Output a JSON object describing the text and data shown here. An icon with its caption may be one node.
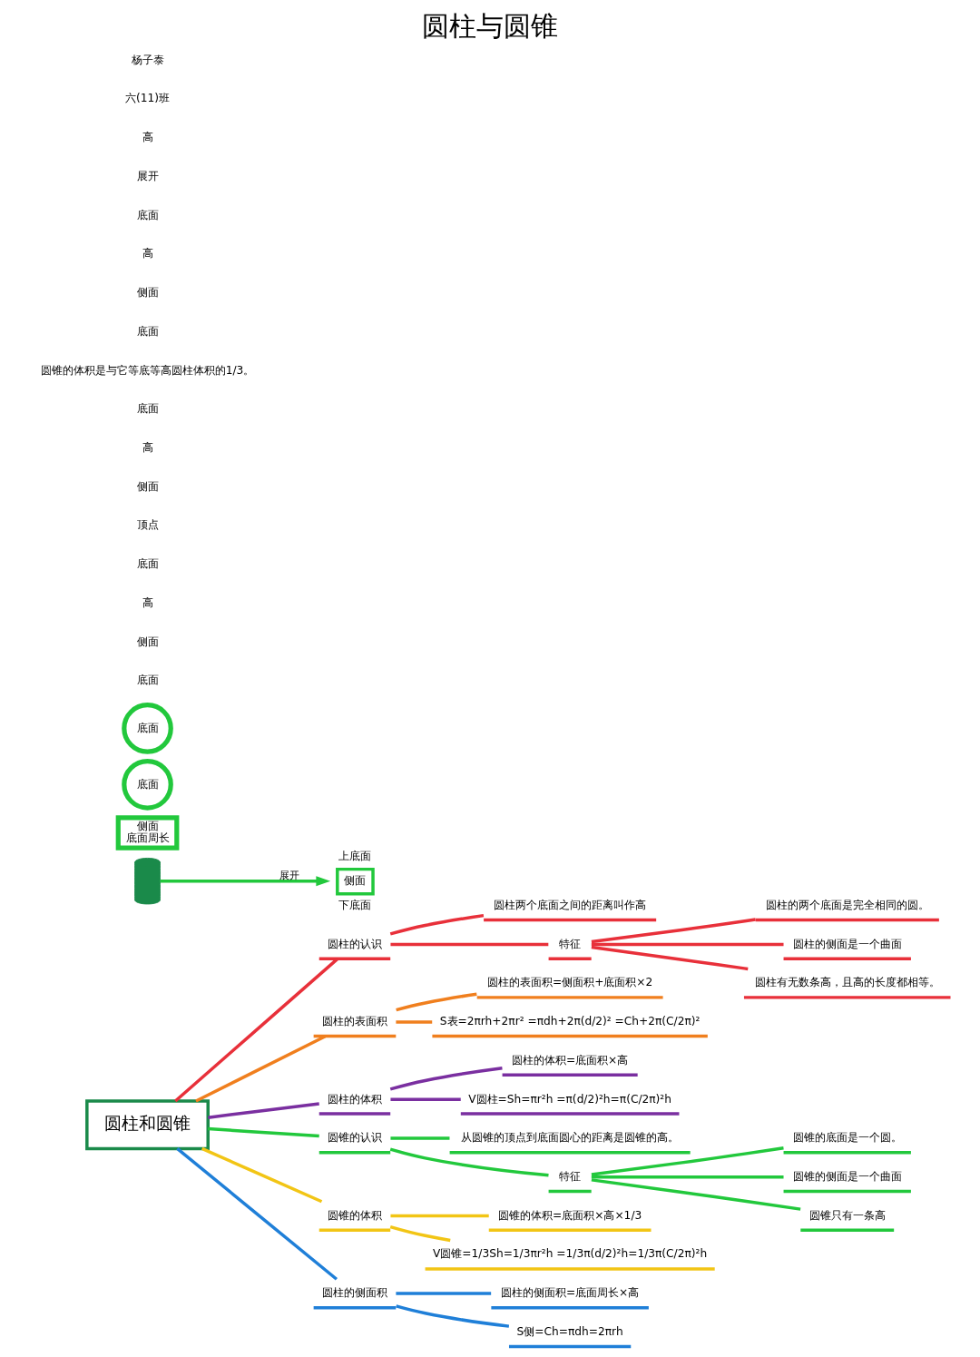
{
  "diagram": {
    "title": "圆柱与圆锥",
    "nodes": [
      {
        "text": [
          "圆柱和圆锥"
        ]
      },
      {
        "text": [
          "圆柱的认识"
        ]
      },
      {
        "text": [
          "圆柱两个底面之间的距离叫作高"
        ]
      },
      {
        "text": [
          "特征"
        ]
      },
      {
        "text": [
          "圆柱的两个底面是完全相同的圆。"
        ]
      },
      {
        "text": [
          "圆柱的侧面是一个曲面"
        ]
      },
      {
        "text": [
          "圆柱有无数条高，且高的长度都相等。"
        ]
      },
      {
        "text": [
          "圆柱的表面积"
        ]
      },
      {
        "text": [
          "圆柱的表面积=侧面积+底面积×2"
        ]
      },
      {
        "text": [
          "S表=2πrh+2πr² =πdh+2π(d/2)² =Ch+2π(C/2π)²"
        ]
      },
      {
        "text": [
          "圆柱的体积"
        ]
      },
      {
        "text": [
          "圆柱的体积=底面积×高"
        ]
      },
      {
        "text": [
          "V圆柱=Sh=πr²h =π(d/2)²h=π(C/2π)²h"
        ]
      },
      {
        "text": [
          "圆锥的认识"
        ]
      },
      {
        "text": [
          "从圆锥的顶点到底面圆心的距离是圆锥的高。"
        ]
      },
      {
        "text": [
          "特征"
        ]
      },
      {
        "text": [
          "圆锥的底面是一个圆。"
        ]
      },
      {
        "text": [
          "圆锥的侧面是一个曲面"
        ]
      },
      {
        "text": [
          "圆锥只有一条高"
        ]
      },
      {
        "text": [
          "圆锥的体积"
        ]
      },
      {
        "text": [
          "圆锥的体积=底面积×高×1/3"
        ]
      },
      {
        "text": [
          "V圆锥=1/3Sh=1/3πr²h =1/3π(d/2)²h=1/3π(C/2π)²h"
        ]
      },
      {
        "text": [
          "圆柱的侧面积"
        ]
      },
      {
        "text": [
          "圆柱的侧面积=底面周长×高"
        ]
      },
      {
        "text": [
          "S侧=Ch=πdh=2πrh"
        ]
      },
      {
        "text": [],
        "shape": "picture"
      },
      {
        "text": [
          "侧面"
        ],
        "beside": [
          "上底面",
          "下底面"
        ]
      },
      {
        "text": [
          "侧面",
          "底面周长"
        ]
      },
      {
        "text": [
          "底面"
        ]
      },
      {
        "text": [
          "底面"
        ]
      }
    ],
    "edges": [
      {
        "from": 0,
        "to": 1,
        "arrow": "none",
        "color": "#e8303a"
      },
      {
        "from": 1,
        "to": 2,
        "arrow": "none",
        "color": "#e8303a"
      },
      {
        "from": 1,
        "to": 3,
        "arrow": "none",
        "color": "#e8303a"
      },
      {
        "from": 3,
        "to": 4,
        "arrow": "none",
        "color": "#e8303a"
      },
      {
        "from": 3,
        "to": 5,
        "arrow": "none",
        "color": "#e8303a"
      },
      {
        "from": 3,
        "to": 6,
        "arrow": "none",
        "color": "#e8303a"
      },
      {
        "from": 0,
        "to": 7,
        "arrow": "none",
        "color": "#f07f1e"
      },
      {
        "from": 7,
        "to": 8,
        "arrow": "none",
        "color": "#f07f1e"
      },
      {
        "from": 7,
        "to": 9,
        "arrow": "none",
        "color": "#f07f1e"
      },
      {
        "from": 0,
        "to": 10,
        "arrow": "none",
        "color": "#7a2fa0"
      },
      {
        "from": 10,
        "to": 11,
        "arrow": "none",
        "color": "#7a2fa0"
      },
      {
        "from": 10,
        "to": 12,
        "arrow": "none",
        "color": "#7a2fa0"
      },
      {
        "from": 0,
        "to": 13,
        "arrow": "none",
        "color": "#22c83c"
      },
      {
        "from": 13,
        "to": 14,
        "arrow": "none",
        "color": "#22c83c"
      },
      {
        "from": 13,
        "to": 15,
        "arrow": "none",
        "color": "#22c83c"
      },
      {
        "from": 15,
        "to": 16,
        "arrow": "none",
        "color": "#22c83c"
      },
      {
        "from": 15,
        "to": 17,
        "arrow": "none",
        "color": "#22c83c"
      },
      {
        "from": 15,
        "to": 18,
        "arrow": "none",
        "color": "#22c83c"
      },
      {
        "from": 0,
        "to": 19,
        "arrow": "none",
        "color": "#f2c515"
      },
      {
        "from": 19,
        "to": 20,
        "arrow": "none",
        "color": "#f2c515"
      },
      {
        "from": 19,
        "to": 21,
        "arrow": "none",
        "color": "#f2c515"
      },
      {
        "from": 0,
        "to": 22,
        "arrow": "none",
        "color": "#1f7fd8"
      },
      {
        "from": 22,
        "to": 23,
        "arrow": "none",
        "color": "#1f7fd8"
      },
      {
        "from": 22,
        "to": 24,
        "arrow": "none",
        "color": "#1f7fd8"
      },
      {
        "from": 25,
        "to": 26,
        "arrow": "to",
        "label": "展开",
        "color": "#22c83c"
      }
    ],
    "labels": [
      "底面",
      "侧面",
      "高",
      "底面",
      "顶点",
      "侧面",
      "高",
      "底面",
      "圆锥的体积是与它等底等高圆柱体积的1/3。",
      "底面",
      "侧面",
      "高",
      "底面",
      "展开",
      "高",
      "六(11)班",
      "杨子泰"
    ]
  }
}
